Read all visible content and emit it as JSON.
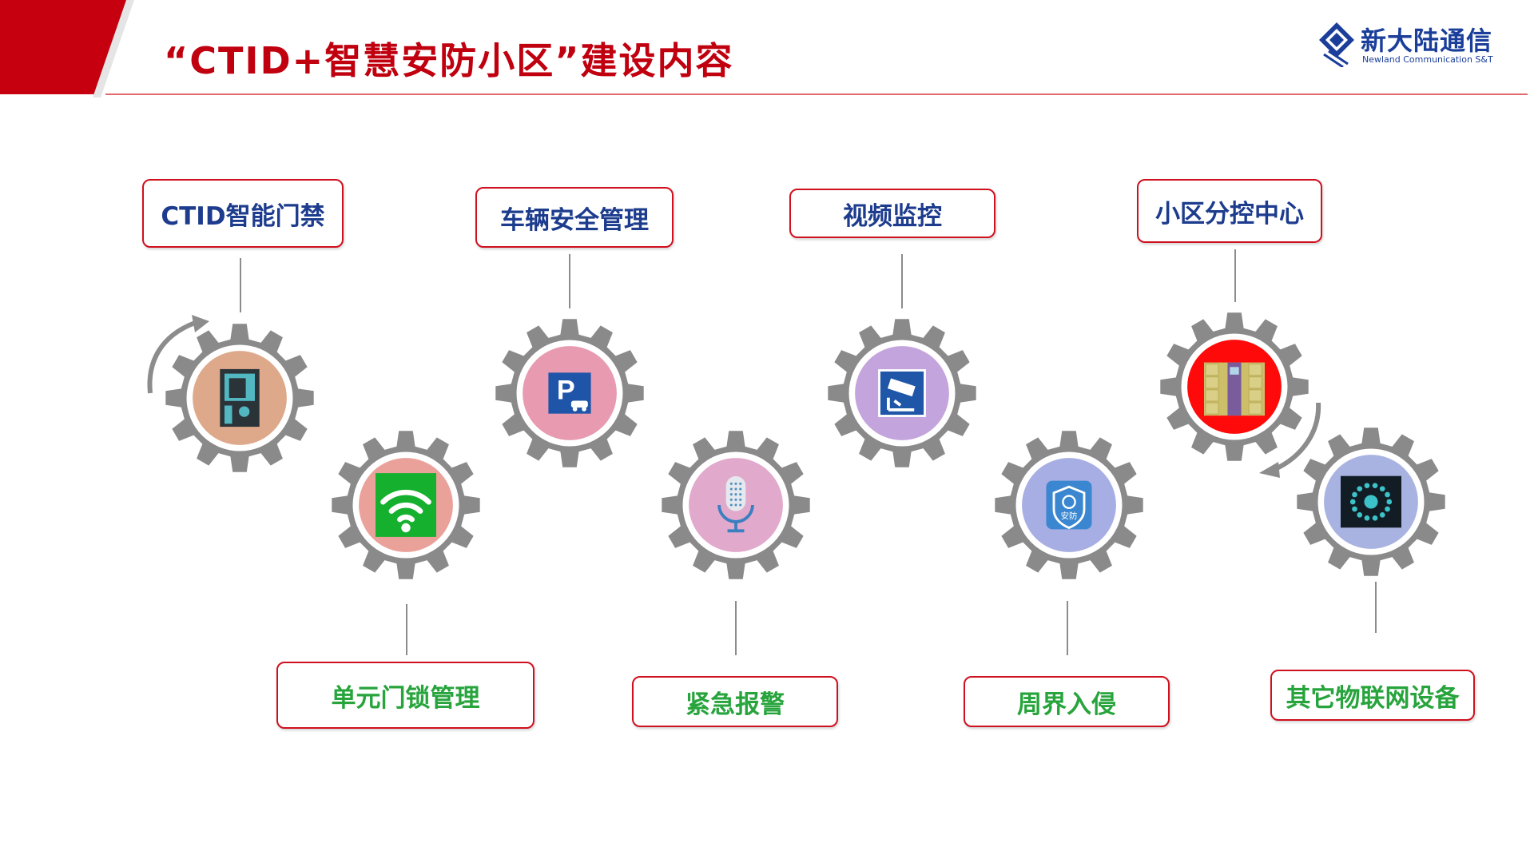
{
  "header": {
    "title": "“CTID+智慧安防小区”建设内容",
    "brand_cn": "新大陆通信",
    "brand_en": "Newland Communication S&T",
    "brand_color": "#1a3e9a",
    "accent_color": "#c0000f"
  },
  "items": [
    {
      "label": "CTID智能门禁",
      "icon": "door-access-terminal-icon",
      "bg": "#dea98a"
    },
    {
      "label": "单元门锁管理",
      "icon": "wifi-icon",
      "bg": "#eaa19a"
    },
    {
      "label": "车辆安全管理",
      "icon": "parking-icon",
      "bg": "#e89bb0"
    },
    {
      "label": "紧急报警",
      "icon": "microphone-icon",
      "bg": "#e1a9cc"
    },
    {
      "label": "视频监控",
      "icon": "surveillance-camera-icon",
      "bg": "#c4a4dd"
    },
    {
      "label": "周界入侵",
      "icon": "security-shield-icon",
      "bg": "#a7aee3",
      "icon_text": "安防"
    },
    {
      "label": "小区分控中心",
      "icon": "control-cabinet-icon",
      "bg": "#ff0a0a"
    },
    {
      "label": "其它物联网设备",
      "icon": "iot-network-icon",
      "bg": "#a9b3e1"
    }
  ]
}
